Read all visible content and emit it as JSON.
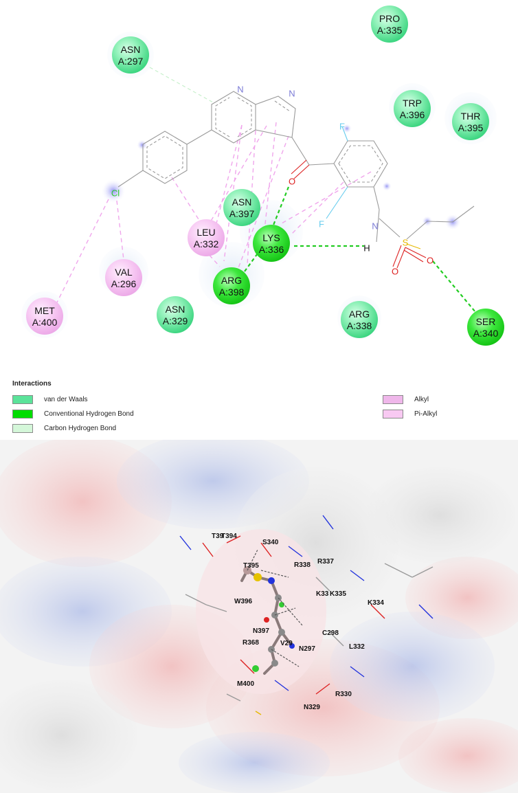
{
  "diagram": {
    "residues": [
      {
        "name": "PRO",
        "id": "A:335",
        "type": "vdw"
      },
      {
        "name": "ASN",
        "id": "A:297",
        "type": "vdw"
      },
      {
        "name": "TRP",
        "id": "A:396",
        "type": "vdw"
      },
      {
        "name": "THR",
        "id": "A:395",
        "type": "vdw"
      },
      {
        "name": "ASN",
        "id": "A:397",
        "type": "vdw"
      },
      {
        "name": "LEU",
        "id": "A:332",
        "type": "alkyl"
      },
      {
        "name": "LYS",
        "id": "A:336",
        "type": "hbond"
      },
      {
        "name": "VAL",
        "id": "A:296",
        "type": "alkyl"
      },
      {
        "name": "ARG",
        "id": "A:398",
        "type": "hbond"
      },
      {
        "name": "MET",
        "id": "A:400",
        "type": "alkyl"
      },
      {
        "name": "ASN",
        "id": "A:329",
        "type": "vdw"
      },
      {
        "name": "ARG",
        "id": "A:338",
        "type": "vdw"
      },
      {
        "name": "SER",
        "id": "A:340",
        "type": "hbond"
      }
    ],
    "atoms": {
      "n1": "N",
      "n2": "N",
      "n3": "N",
      "h": "H",
      "s": "S",
      "o1": "O",
      "o2": "O",
      "o3": "O",
      "f1": "F",
      "f2": "F",
      "cl": "Cl"
    },
    "colors": {
      "vdw": "#5be39a",
      "hbond": "#1ee01e",
      "alkyl": "#f3b3ef",
      "carbon_hbond": "#d7f7de"
    }
  },
  "legend": {
    "title": "Interactions",
    "items": [
      {
        "label": "van der Waals",
        "color": "#5be39a"
      },
      {
        "label": "Conventional Hydrogen Bond",
        "color": "#00dd00"
      },
      {
        "label": "Carbon Hydrogen Bond",
        "color": "#d4f7d9"
      },
      {
        "label": "Alkyl",
        "color": "#efb7ea"
      },
      {
        "label": "Pi-Alkyl",
        "color": "#f8c9f2"
      }
    ]
  },
  "render3d": {
    "labels": [
      "T394",
      "T39",
      "S340",
      "T395",
      "R338",
      "R337",
      "W396",
      "K335",
      "K33",
      "K334",
      "N397",
      "C298",
      "R368",
      "V29",
      "N297",
      "L332",
      "M400",
      "R330",
      "N329"
    ]
  }
}
